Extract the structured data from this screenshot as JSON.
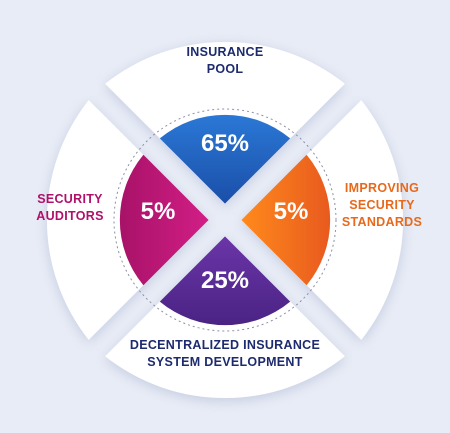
{
  "colors": {
    "background": "#e8ecf6",
    "outer_ring": "#ffffff",
    "navy_text": "#1d2b6e",
    "orange_text": "#e8691b",
    "magenta_text": "#b0106a"
  },
  "segments": [
    {
      "id": "top",
      "label_lines": [
        "INSURANCE",
        "POOL"
      ],
      "value": "65%",
      "color": "#1e5fc0",
      "text_color": "#1d2b6e"
    },
    {
      "id": "right",
      "label_lines": [
        "IMPROVING",
        "SECURITY",
        "STANDARDS"
      ],
      "value": "5%",
      "color": "#f06a1e",
      "text_color": "#e8691b"
    },
    {
      "id": "bottom",
      "label_lines": [
        "DECENTRALIZED INSURANCE",
        "SYSTEM DEVELOPMENT"
      ],
      "value": "25%",
      "color": "#5a2e96",
      "text_color": "#1d2b6e"
    },
    {
      "id": "left",
      "label_lines": [
        "SECURITY",
        "AUDITORS"
      ],
      "value": "5%",
      "color": "#c0187a",
      "text_color": "#b0106a"
    }
  ]
}
